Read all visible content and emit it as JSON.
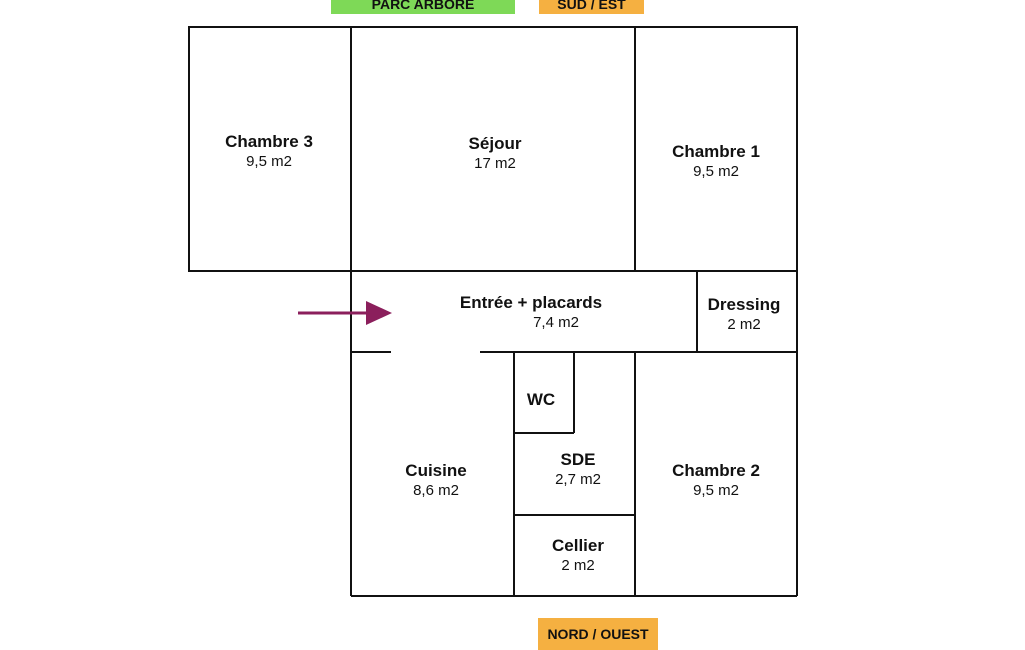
{
  "orientation": {
    "top_green": {
      "label": "PARC ARBORÉ",
      "color": "#7ed957"
    },
    "top_orange": {
      "label": "SUD / EST",
      "color": "#f5b041"
    },
    "bottom": {
      "label": "NORD / OUEST",
      "color": "#f5b041"
    }
  },
  "rooms": {
    "chambre3": {
      "name": "Chambre 3",
      "area": "9,5 m2"
    },
    "sejour": {
      "name": "Séjour",
      "area": "17 m2"
    },
    "chambre1": {
      "name": "Chambre 1",
      "area": "9,5 m2"
    },
    "entree": {
      "name": "Entrée + placards",
      "area": "7,4 m2"
    },
    "dressing": {
      "name": "Dressing",
      "area": "2 m2"
    },
    "wc": {
      "name": "WC"
    },
    "cuisine": {
      "name": "Cuisine",
      "area": "8,6 m2"
    },
    "sde": {
      "name": "SDE",
      "area": "2,7 m2"
    },
    "chambre2": {
      "name": "Chambre 2",
      "area": "9,5 m2"
    },
    "cellier": {
      "name": "Cellier",
      "area": "2 m2"
    }
  },
  "arrow_color": "#8b1f5c",
  "wall_color": "#111111"
}
